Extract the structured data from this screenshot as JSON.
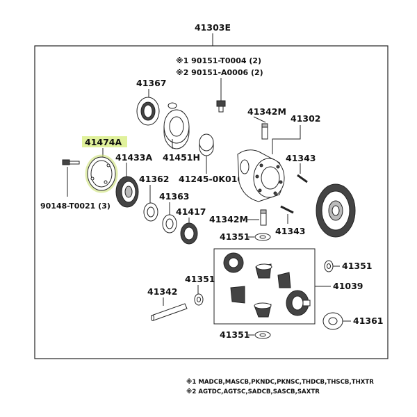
{
  "assembly_label": "41303E",
  "labels": {
    "p41367": "41367",
    "p41474A": "41474A",
    "p41433A": "41433A",
    "p41451H": "41451H",
    "p41245": "41245-0K010",
    "p41342M_top": "41342M",
    "p41302": "41302",
    "p41343_a": "41343",
    "p41343_b": "41343",
    "p41362": "41362",
    "p41363": "41363",
    "p41417": "41417",
    "p41342M_mid": "41342M",
    "p41351_a": "41351",
    "p41351_b": "41351",
    "p41351_c": "41351",
    "p41351_d": "41351",
    "p41342": "41342",
    "p41039": "41039",
    "p41361": "41361",
    "p90148": "90148-T0021 (3)",
    "bolt1": "※1 90151-T0004 (2)",
    "bolt2": "※2 90151-A0006 (2)"
  },
  "notes": {
    "note1": "※1 MADCB,MASCB,PKNDC,PKNSC,THDCB,THSCB,THXTR",
    "note2": "※2 AGTDC,AGTSC,SADCB,SASCB,SAXTR"
  },
  "highlight_color": "#d6ec7a"
}
